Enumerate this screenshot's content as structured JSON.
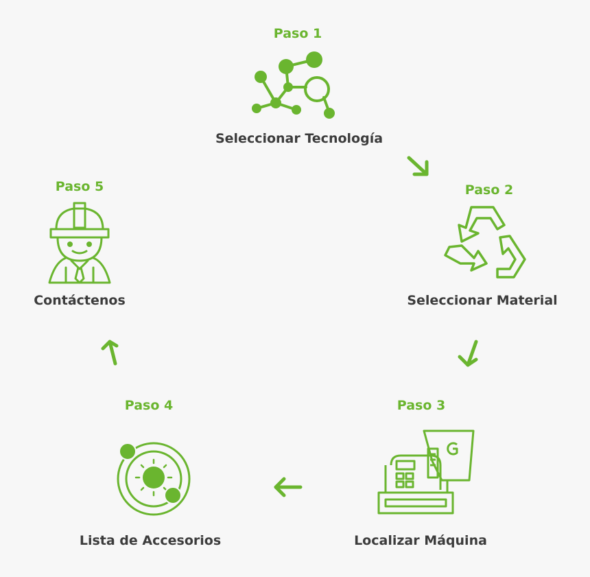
{
  "accent_color": "#6ab52f",
  "text_color": "#3c3c3c",
  "steps": [
    {
      "label": "Paso 1",
      "title": "Seleccionar Tecnología",
      "icon": "molecule-search-icon"
    },
    {
      "label": "Paso 2",
      "title": "Seleccionar Material",
      "icon": "recycle-icon"
    },
    {
      "label": "Paso 3",
      "title": "Localizar Máquina",
      "icon": "cash-register-icon"
    },
    {
      "label": "Paso 4",
      "title": "Lista de Accesorios",
      "icon": "orbit-sun-icon"
    },
    {
      "label": "Paso 5",
      "title": "Contáctenos",
      "icon": "engineer-icon"
    }
  ]
}
